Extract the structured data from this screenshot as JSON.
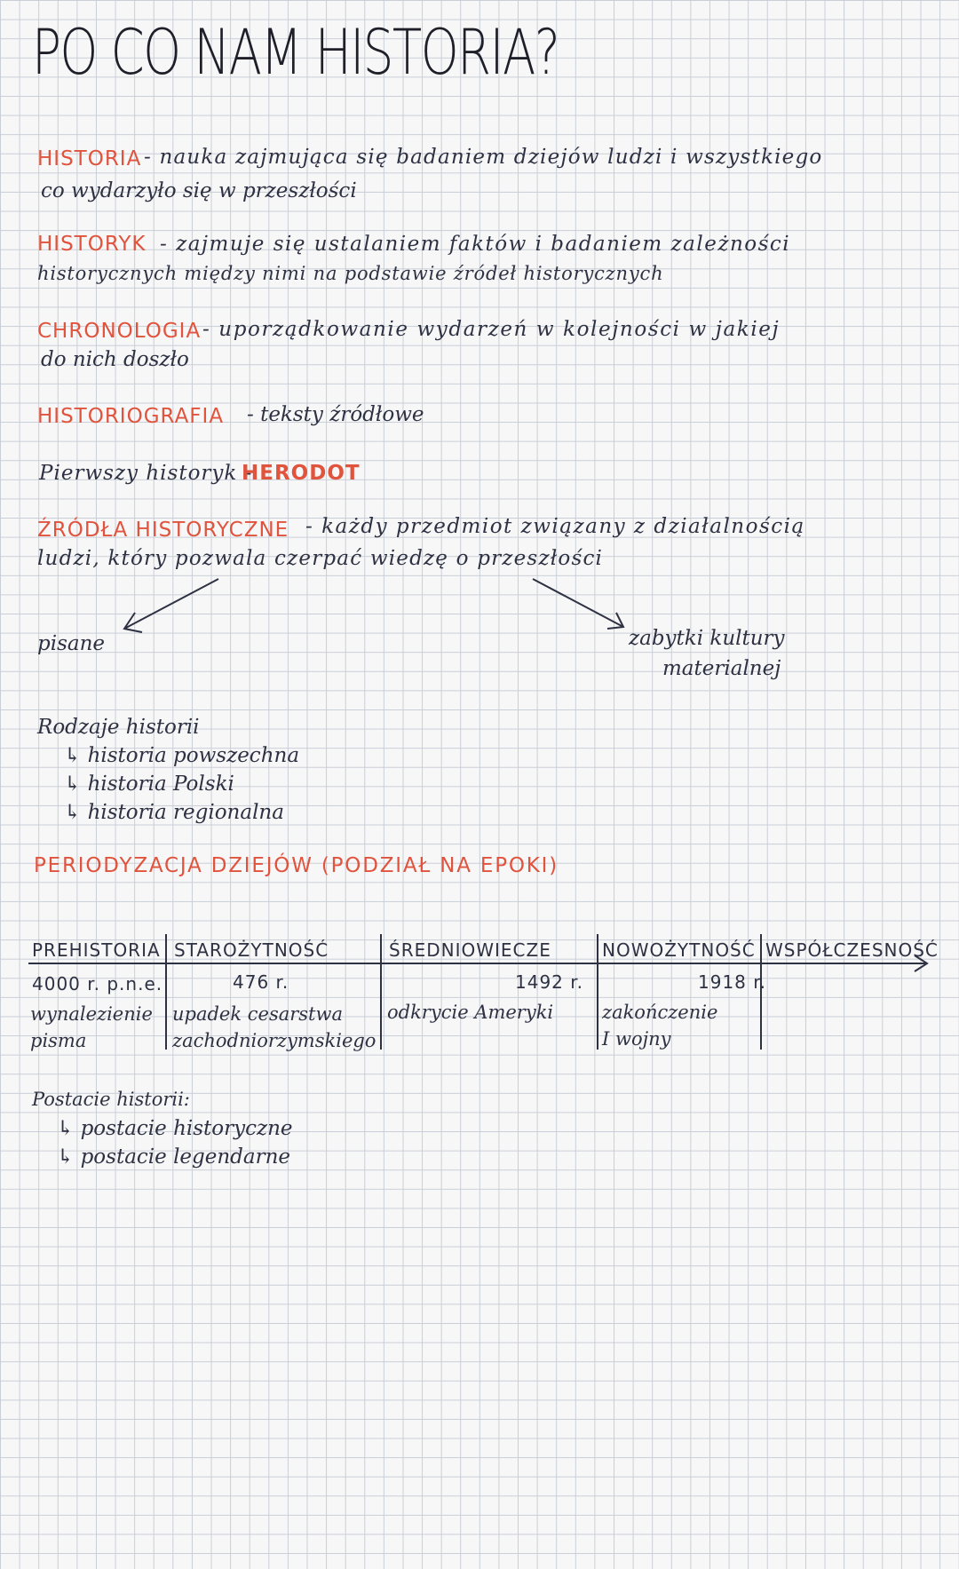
{
  "title": "PO CO NAM HISTORIA?",
  "definitions": {
    "historia": {
      "term": "HISTORIA",
      "line1": "- nauka zajmująca się badaniem dziejów ludzi i wszystkiego",
      "line2": "co wydarzyło się w przeszłości"
    },
    "historyk": {
      "term": "HISTORYK",
      "line1": "- zajmuje się ustalaniem faktów i badaniem zależności",
      "line2": "historycznych między nimi na podstawie źródeł historycznych"
    },
    "chronologia": {
      "term": "CHRONOLOGIA",
      "line1": "- uporządkowanie wydarzeń w kolejności w jakiej",
      "line2": "do nich doszło"
    },
    "historiografia": {
      "term": "HISTORIOGRAFIA",
      "line1": "- teksty źródłowe"
    },
    "pierwszy": {
      "prefix": "Pierwszy historyk -",
      "term": "HERODOT"
    },
    "zrodla": {
      "term": "ŹRÓDŁA HISTORYCZNE",
      "line1": "- każdy przedmiot związany z działalnością",
      "line2": "ludzi, który pozwala czerpać wiedzę o przeszłości"
    }
  },
  "branches": {
    "left": "pisane",
    "right_line1": "zabytki kultury",
    "right_line2": "materialnej"
  },
  "rodzaje": {
    "heading": "Rodzaje historii",
    "items": [
      "↳ historia powszechna",
      "↳ historia Polski",
      "↳ historia regionalna"
    ]
  },
  "periodyzacja": {
    "heading": "PERIODYZACJA DZIEJÓW (PODZIAŁ NA EPOKI)"
  },
  "timeline": {
    "eras": [
      "PREHISTORIA",
      "STAROŻYTNOŚĆ",
      "ŚREDNIOWIECZE",
      "NOWOŻYTNOŚĆ",
      "WSPÓŁCZESNOŚĆ"
    ],
    "dates": [
      "4000 r. p.n.e.",
      "476 r.",
      "1492 r.",
      "1918 r."
    ],
    "events": [
      [
        "wynalezienie",
        "pisma"
      ],
      [
        "upadek cesarstwa",
        "zachodniorzymskiego"
      ],
      [
        "odkrycie Ameryki"
      ],
      [
        "zakończenie",
        "I wojny"
      ]
    ]
  },
  "postacie": {
    "heading": "Postacie historii:",
    "items": [
      "↳ postacie historyczne",
      "↳ postacie legendarne"
    ]
  },
  "colors": {
    "accent": "#e0533d",
    "ink": "#2d3142",
    "grid": "#c9ced6"
  }
}
